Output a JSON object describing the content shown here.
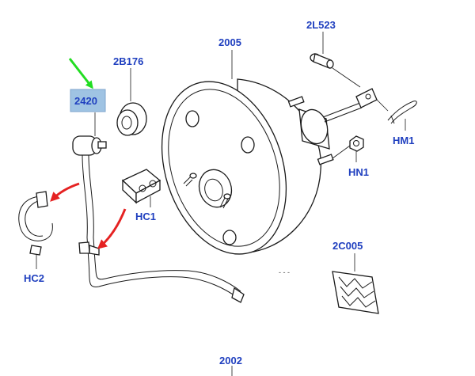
{
  "colors": {
    "label_text": "#1f3fbf",
    "highlight_fill": "#9fc3e3",
    "highlight_stroke": "#7fa6cc",
    "arrow_green": "#22dd22",
    "arrow_red": "#e52222",
    "line_art": "#1a1a1a"
  },
  "labels": {
    "p2005": "2005",
    "p2l523": "2L523",
    "p2b176": "2B176",
    "p2420": "2420",
    "hm1": "HM1",
    "hn1": "HN1",
    "hc1": "HC1",
    "hc2": "HC2",
    "p2c005": "2C005",
    "p2002": "2002"
  },
  "highlighted_part": "2420"
}
